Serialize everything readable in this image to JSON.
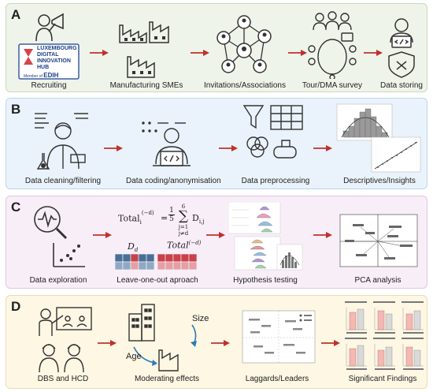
{
  "panels": {
    "A": {
      "letter": "A",
      "steps": [
        "Recruiting",
        "Manufacturing SMEs",
        "Invitations/Associations",
        "Tour/DMA survey",
        "Data storing"
      ],
      "logo": {
        "line1": "LUXEMBOURG",
        "line2": "DIGITAL",
        "line3": "INNOVATION",
        "line4": "HUB",
        "member": "Member of",
        "brand": "EDIH"
      }
    },
    "B": {
      "letter": "B",
      "steps": [
        "Data cleaning/filtering",
        "Data coding/anonymisation",
        "Data preprocessing",
        "Descriptives/Insights"
      ]
    },
    "C": {
      "letter": "C",
      "steps": [
        "Data exploration",
        "Leave-one-out aproach",
        "Hypothesis testing",
        "PCA analysis"
      ],
      "formula": {
        "lhs": "Total",
        "sub": "i",
        "sup": "(−d)",
        "frac_num": "1",
        "frac_den": "5",
        "sum_top": "6",
        "sum_bot1": "j=1",
        "sum_bot2": "j≠d",
        "term": "D",
        "term_sub": "i,j"
      },
      "labels": {
        "dd": "D",
        "dd_sub": "d",
        "total": "Total",
        "total_sup": "(−d)"
      }
    },
    "D": {
      "letter": "D",
      "steps": [
        "DBS and HCD",
        "Moderating effects",
        "Laggards/Leaders",
        "Significant Findings"
      ],
      "moderators": {
        "size": "Size",
        "age": "Age"
      }
    }
  },
  "colors": {
    "arrow": "#c0302b",
    "icon": "#333333",
    "red_cell": "#c8414b",
    "blue_cell": "#4a6f96"
  }
}
